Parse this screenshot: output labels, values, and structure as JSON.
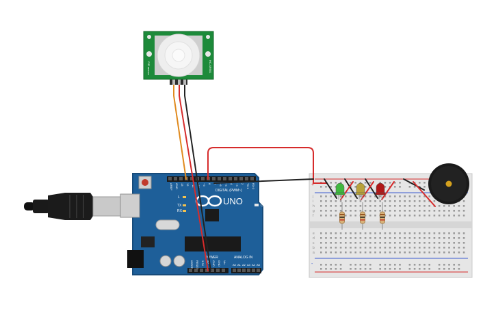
{
  "pir_sensor": {
    "label_left": "PIR sensor",
    "label_right": "HC-SR501"
  },
  "arduino": {
    "brand": "UNO",
    "digital_header_label": "DIGITAL (PWM~)",
    "analog_header_label": "ANALOG IN",
    "power_header_label": "POWER",
    "on_label": "ON",
    "led_labels": [
      "L",
      "TX",
      "RX"
    ],
    "digital_pins": [
      "AREF",
      "GND",
      "13",
      "12",
      "~11",
      "~10",
      "~9",
      "8",
      "7",
      "~6",
      "~5",
      "4",
      "~3",
      "2",
      "TX 1",
      "RX 0"
    ],
    "analog_pins": [
      "A0",
      "A1",
      "A2",
      "A3",
      "A4",
      "A5"
    ],
    "power_pins": [
      "IOREF",
      "RESET",
      "3.3V",
      "5V",
      "GND",
      "GND",
      "Vin"
    ]
  },
  "breadboard": {
    "rail_plus": "+",
    "rail_minus": "-",
    "row_letters_top": [
      "j",
      "i",
      "h",
      "g",
      "f"
    ],
    "row_letters_bottom": [
      "e",
      "d",
      "c",
      "b",
      "a"
    ]
  },
  "leds": [
    {
      "name": "green",
      "color": "#3fb83f"
    },
    {
      "name": "yellow",
      "color": "#b8a23a"
    },
    {
      "name": "red",
      "color": "#b01818"
    }
  ],
  "colors": {
    "arduino_board": "#1e5f99",
    "pir_board": "#1d8a3a",
    "wire_red": "#d62b2b",
    "wire_black": "#222222",
    "wire_orange": "#e08a1e",
    "breadboard": "#e6e6e6"
  }
}
